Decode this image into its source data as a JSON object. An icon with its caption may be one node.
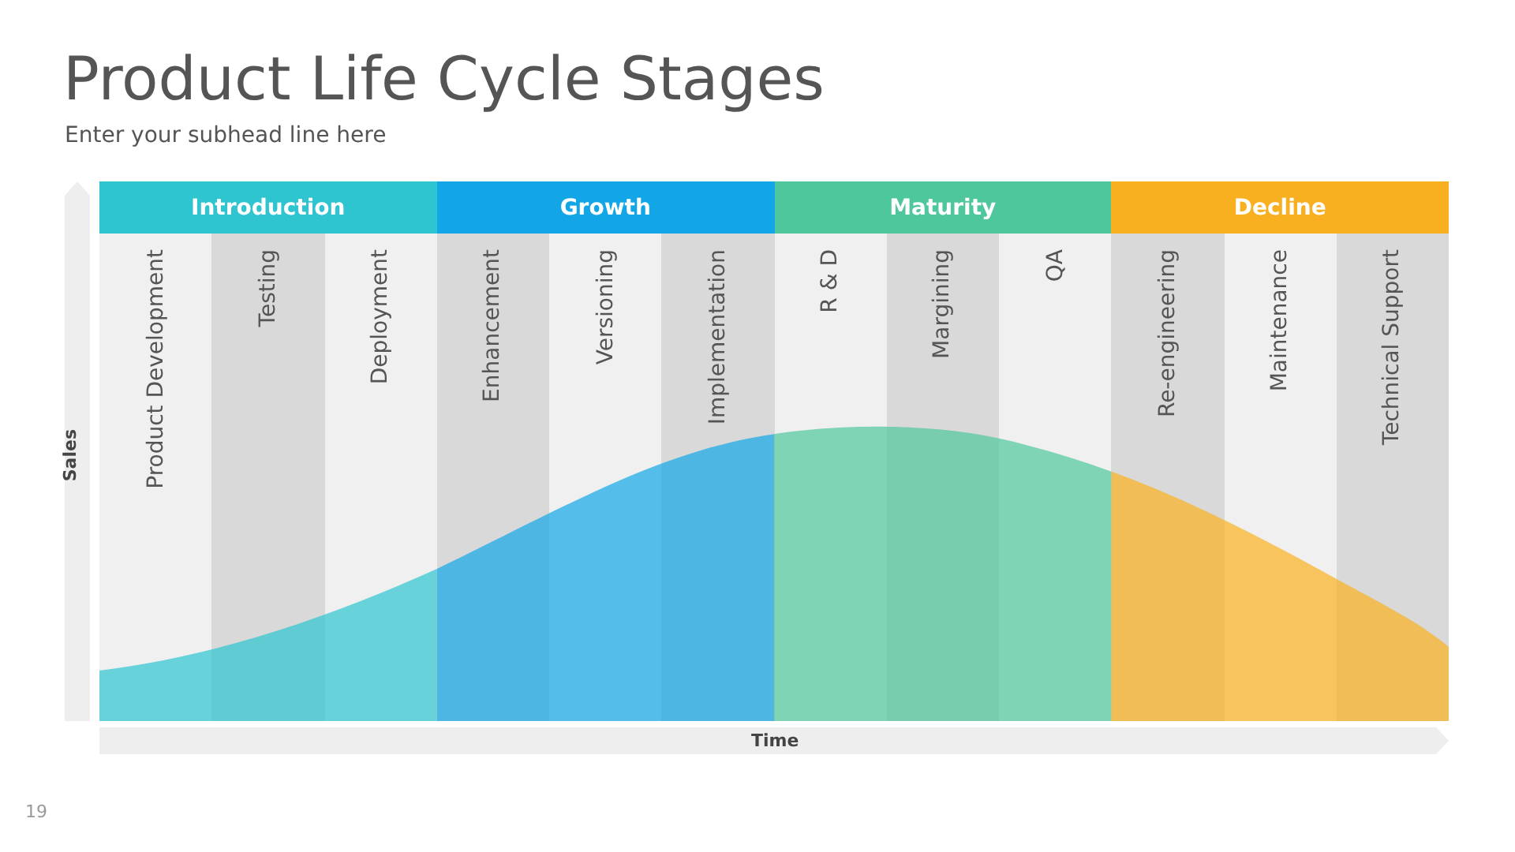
{
  "diagram": {
    "title": "Product Life Cycle Stages",
    "nodes": [
      {
        "text": [
          "Introduction"
        ]
      },
      {
        "text": [
          "Growth"
        ]
      },
      {
        "text": [
          "Maturity"
        ]
      },
      {
        "text": [
          "Decline"
        ]
      },
      {
        "text": [
          "Product Development"
        ]
      },
      {
        "text": [
          "Testing"
        ]
      },
      {
        "text": [
          "Deployment"
        ]
      },
      {
        "text": [
          "Enhancement"
        ]
      },
      {
        "text": [
          "Versioning"
        ]
      },
      {
        "text": [
          "Implementation"
        ]
      },
      {
        "text": [
          "R & D"
        ]
      },
      {
        "text": [
          "Margining"
        ]
      },
      {
        "text": [
          "QA"
        ]
      },
      {
        "text": [
          "Re-engineering"
        ]
      },
      {
        "text": [
          "Maintenance"
        ]
      },
      {
        "text": [
          "Technical Support"
        ]
      }
    ],
    "edges": [],
    "labels": [
      "Enter your subhead line here",
      "Sales",
      "Time",
      "19"
    ]
  }
}
